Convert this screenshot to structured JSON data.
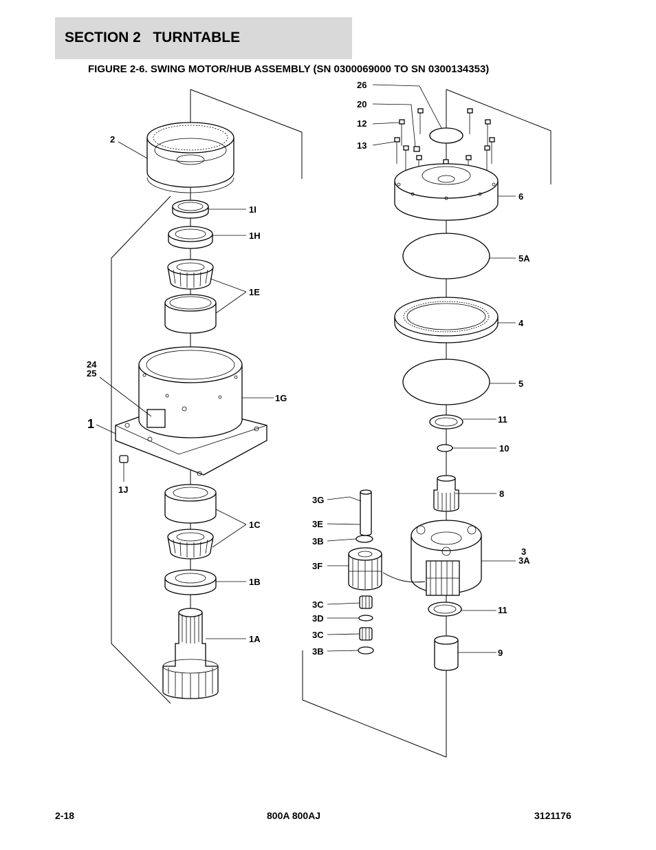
{
  "header": {
    "section_title": "SECTION 2   TURNTABLE",
    "figure_title": "FIGURE 2-6. SWING MOTOR/HUB ASSEMBLY (SN 0300069000 TO SN 0300134353)"
  },
  "callouts": {
    "c26": "26",
    "c20": "20",
    "c12": "12",
    "c13": "13",
    "c2": "2",
    "c6": "6",
    "c1I": "1I",
    "c1H": "1H",
    "c5A": "5A",
    "c1E": "1E",
    "c4": "4",
    "c24": "24",
    "c25": "25",
    "c1G": "1G",
    "c5": "5",
    "c1": "1",
    "c11a": "11",
    "c10": "10",
    "c1J": "1J",
    "c3G": "3G",
    "c8": "8",
    "c3E": "3E",
    "c1C": "1C",
    "c3B_top": "3B",
    "c3": "3",
    "c3A": "3A",
    "c3F": "3F",
    "c1B": "1B",
    "c3C_top": "3C",
    "c11b": "11",
    "c3D": "3D",
    "c1A": "1A",
    "c3C_bot": "3C",
    "c9": "9",
    "c3B_bot": "3B"
  },
  "footer": {
    "page_number": "2-18",
    "model": "800A 800AJ",
    "doc_number": "3121176"
  }
}
